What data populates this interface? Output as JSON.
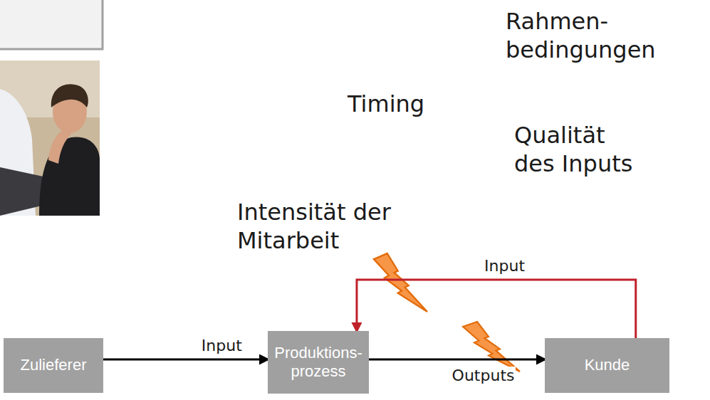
{
  "diagram": {
    "nodes": [
      {
        "text": [
          "Zulieferer"
        ]
      },
      {
        "text": [
          "Produktions- prozess"
        ]
      },
      {
        "text": [
          "Kunde"
        ]
      }
    ],
    "edges": [
      {
        "from": 0,
        "to": 1,
        "arrow": "to",
        "label": "Input"
      },
      {
        "from": 1,
        "to": 2,
        "arrow": "to",
        "label": "Outputs"
      },
      {
        "from": 2,
        "to": 1,
        "arrow": "to",
        "label": "Input"
      }
    ],
    "labels": [
      "Rahmen- bedingungen",
      "Timing",
      "Qualität des Inputs",
      "Intensität der Mitarbeit"
    ]
  }
}
